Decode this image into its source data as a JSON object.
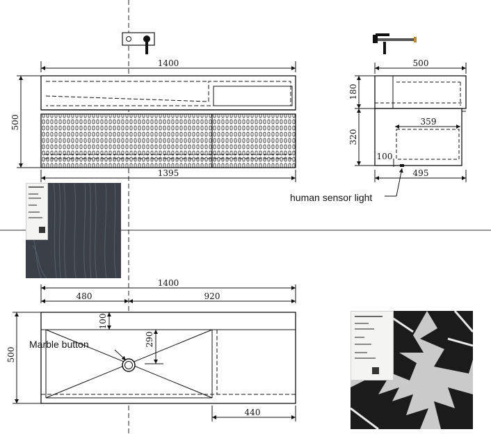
{
  "front_view": {
    "width_top": "1400",
    "width_bottom": "1395",
    "height": "500"
  },
  "side_view": {
    "depth_top": "500",
    "upper_height": "180",
    "lower_height": "320",
    "inner_width": "359",
    "toe_height": "100",
    "depth_bottom": "495",
    "sensor_label": "human sensor light"
  },
  "top_view": {
    "overall_width": "1400",
    "left_segment": "480",
    "right_segment": "920",
    "depth": "500",
    "rim_offset": "100",
    "basin_depth": "290",
    "shelf_width": "440",
    "button_label": "Marble button"
  },
  "colors": {
    "line": "#111111",
    "wood_swatch": "#3a3f48",
    "marble_swatch": "#1b1b1b",
    "marble_vein": "#e9e9e9"
  },
  "icons": [
    "wall-faucet-front-icon",
    "wall-faucet-side-icon",
    "drain-icon"
  ]
}
